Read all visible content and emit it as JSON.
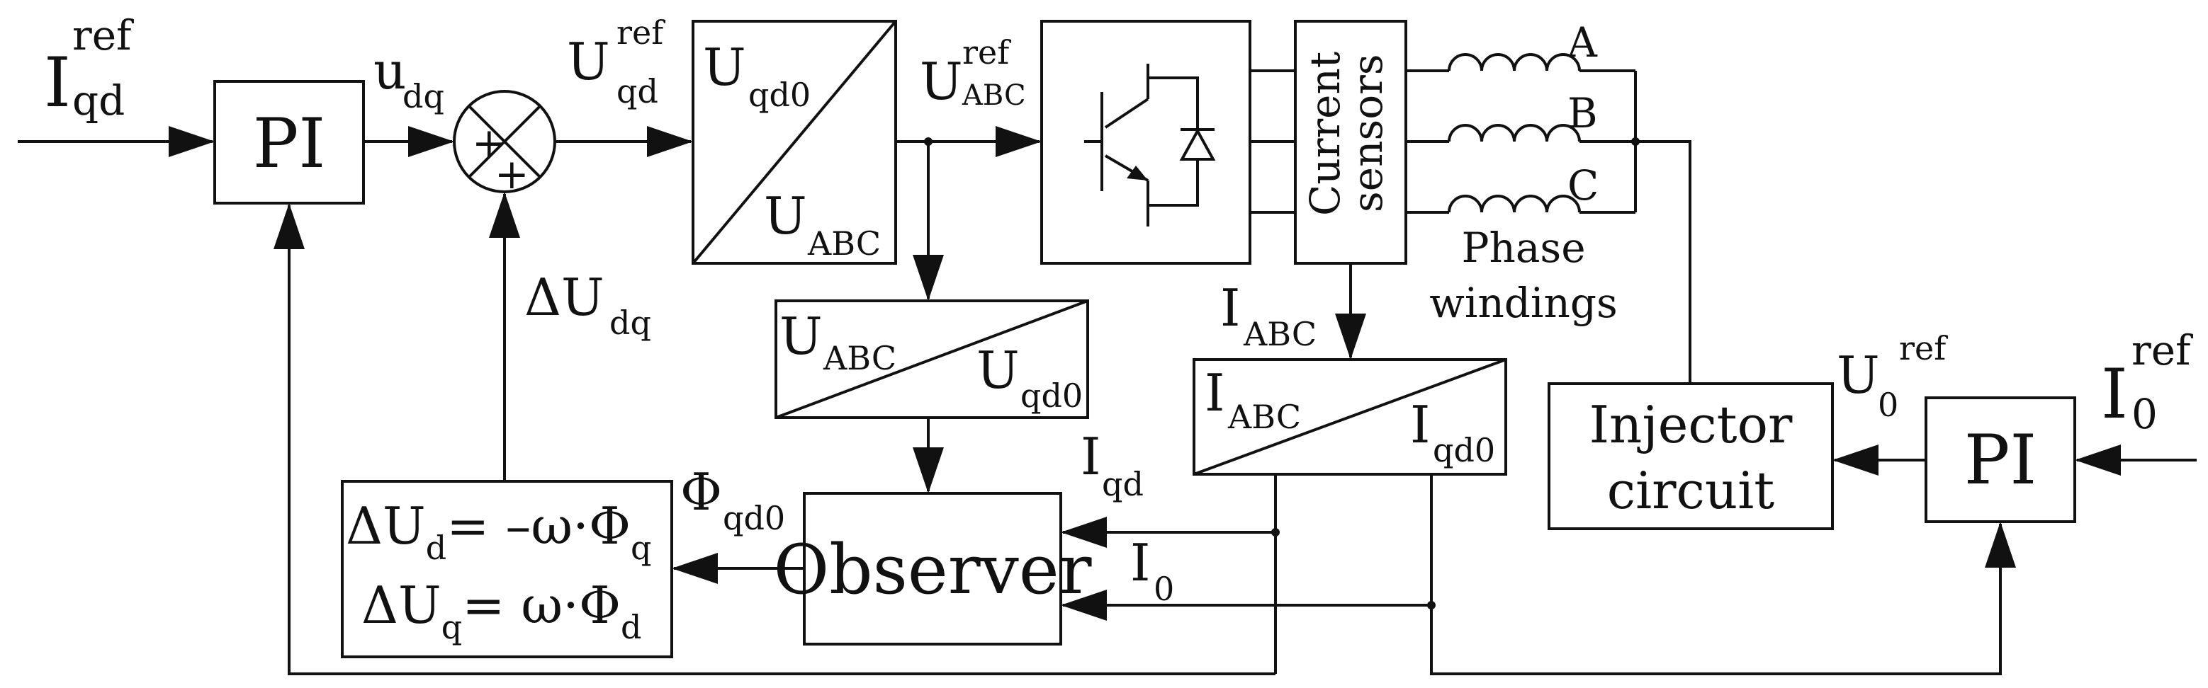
{
  "labels": {
    "iqd_main": "I",
    "iqd_sub": "qd",
    "iqd_sup": "ref",
    "pi1": "PI",
    "udq_main": "u",
    "udq_sub": "dq",
    "sum_plus_top": "+",
    "sum_plus_bottom": "+",
    "uqd_ref_main": "U",
    "uqd_ref_sub": "qd",
    "uqd_ref_sup": "ref",
    "t1_top_main": "U",
    "t1_top_sub": "qd0",
    "t1_bot_main": "U",
    "t1_bot_sub": "ABC",
    "uabc_ref_main": "U",
    "uabc_ref_sub": "ABC",
    "uabc_ref_sup": "ref",
    "current_sensors_line1": "Current",
    "current_sensors_line2": "sensors",
    "phase_a": "A",
    "phase_b": "B",
    "phase_c": "C",
    "phase_windings_line1": "Phase",
    "phase_windings_line2": "windings",
    "delta_udq_main": "ΔU",
    "delta_udq_sub": "dq",
    "t2_left_main": "U",
    "t2_left_sub": "ABC",
    "t2_right_main": "U",
    "t2_right_sub": "qd0",
    "iabc_main": "I",
    "iabc_sub": "ABC",
    "t3_left_main": "I",
    "t3_left_sub": "ABC",
    "t3_right_main": "I",
    "t3_right_sub": "qd0",
    "injector_line1": "Injector",
    "injector_line2": "circuit",
    "u0_ref_main": "U",
    "u0_ref_sub": "0",
    "u0_ref_sup": "ref",
    "i0_ref_main": "I",
    "i0_ref_sub": "0",
    "i0_ref_sup": "ref",
    "pi2": "PI",
    "phi_main": "Φ",
    "phi_sub": "qd0",
    "iqd_fb_main": "I",
    "iqd_fb_sub": "qd",
    "i0_fb_main": "I",
    "i0_fb_sub": "0",
    "observer": "Observer",
    "eq1_a": "ΔU",
    "eq1_sub1": "d",
    "eq1_b": "= –ω·Φ",
    "eq1_sub2": "q",
    "eq2_a": "ΔU",
    "eq2_sub1": "q",
    "eq2_b": "= ω·Φ",
    "eq2_sub2": "d"
  }
}
